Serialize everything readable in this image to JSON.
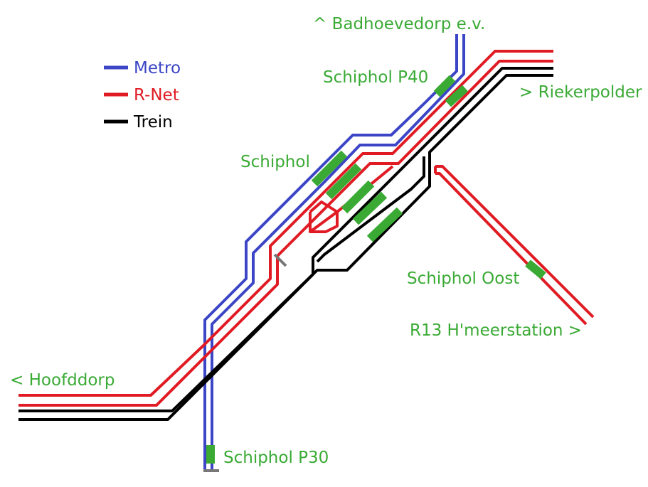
{
  "colors": {
    "metro": "#3b45c6",
    "rnet": "#e01b24",
    "trein": "#000000",
    "station": "#3aaa35",
    "label": "#3aaa35",
    "legend_text": "#000000",
    "buffer": "#777777",
    "background": "#ffffff"
  },
  "legend": {
    "metro": "Metro",
    "rnet": "R-Net",
    "trein": "Trein"
  },
  "labels": {
    "badhoevedorp": "^ Badhoevedorp e.v.",
    "schiphol_p40": "Schiphol P40",
    "riekerpolder": "> Riekerpolder",
    "schiphol": "Schiphol",
    "schiphol_oost": "Schiphol Oost",
    "r13": "R13 H'meerstation >",
    "hoofddorp": "< Hoofddorp",
    "schiphol_p30": "Schiphol P30"
  }
}
